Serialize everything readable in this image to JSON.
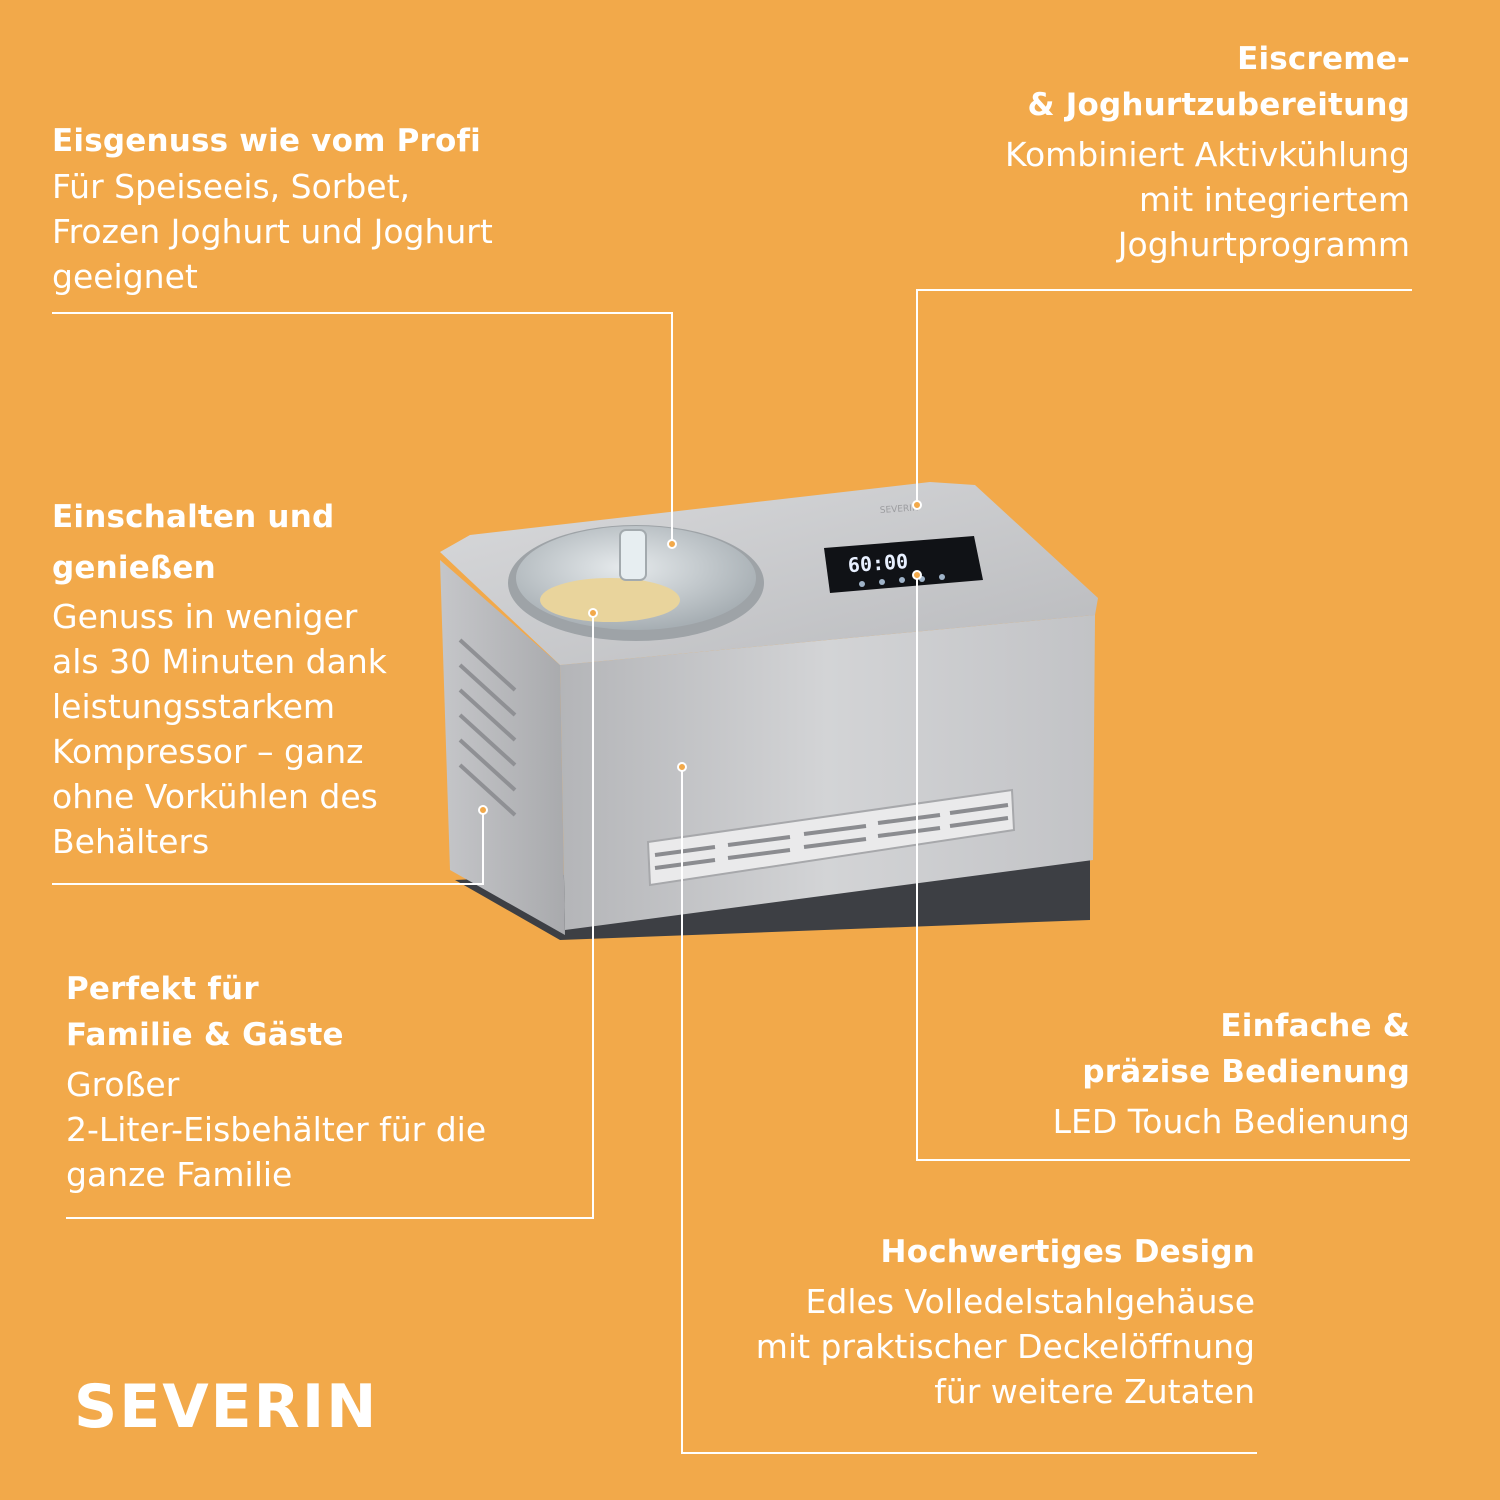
{
  "features": {
    "profi": {
      "title": "Eisgenuss wie vom Profi",
      "lines": [
        "Für Speiseeis, Sorbet,",
        "Frozen Joghurt und Joghurt",
        "geeignet"
      ]
    },
    "joghurt": {
      "title_lines": [
        "Eiscreme-",
        "& Joghurtzubereitung"
      ],
      "lines": [
        "Kombiniert Aktivkühlung",
        "mit integriertem",
        "Joghurtprogramm"
      ]
    },
    "einschalten": {
      "title_lines": [
        "Einschalten und",
        "genießen"
      ],
      "lines": [
        "Genuss in weniger",
        "als 30 Minuten dank",
        "leistungsstarkem",
        "Kompressor – ganz",
        "ohne Vorkühlen des",
        "Behälters"
      ]
    },
    "familie": {
      "title_lines": [
        "Perfekt für",
        "Familie & Gäste"
      ],
      "lines": [
        "Großer",
        "2-Liter-Eisbehälter für die",
        "ganze Familie"
      ]
    },
    "bedienung": {
      "title_lines": [
        "Einfache &",
        "präzise Bedienung"
      ],
      "lines": [
        "LED Touch Bedienung"
      ]
    },
    "design": {
      "title": "Hochwertiges Design",
      "lines": [
        "Edles Volledelstahlgehäuse",
        "mit praktischer Deckelöffnung",
        "für weitere Zutaten"
      ]
    }
  },
  "product": {
    "display_time": "60:00",
    "panel_brand": "SEVERIN"
  },
  "brand": "SEVERIN",
  "colors": {
    "background": "#F2A94A",
    "text": "#ffffff",
    "steel": "#c9cacc",
    "display": "#101216"
  }
}
